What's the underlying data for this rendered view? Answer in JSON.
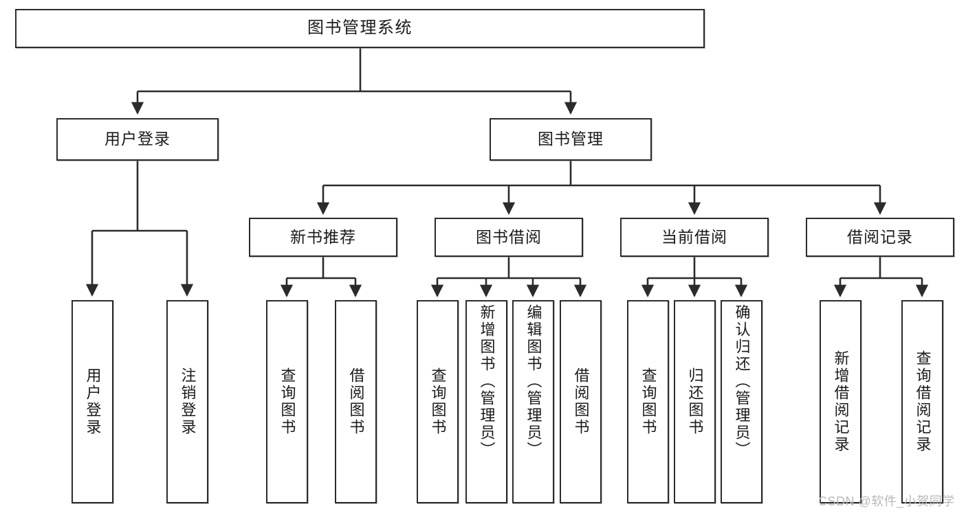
{
  "diagram": {
    "title": "图书管理系统",
    "type": "hierarchy-tree",
    "watermark": "CSDN @软件_小贺同学",
    "accent_color": "#2b2b2b",
    "background_color": "#ffffff",
    "nodes": {
      "root": {
        "label": "图书管理系统"
      },
      "level2": [
        {
          "label": "用户登录"
        },
        {
          "label": "图书管理"
        }
      ],
      "level3": [
        {
          "label": "新书推荐"
        },
        {
          "label": "图书借阅"
        },
        {
          "label": "当前借阅"
        },
        {
          "label": "借阅记录"
        }
      ],
      "leaves": {
        "user_login": [
          {
            "label": "用户登录"
          },
          {
            "label": "注销登录"
          }
        ],
        "new_book_recommend": [
          {
            "label": "查询图书"
          },
          {
            "label": "借阅图书"
          }
        ],
        "book_borrow": [
          {
            "label": "查询图书"
          },
          {
            "label": "新增图书（管理员）"
          },
          {
            "label": "编辑图书（管理员）"
          },
          {
            "label": "借阅图书"
          }
        ],
        "current_borrow": [
          {
            "label": "查询图书"
          },
          {
            "label": "归还图书"
          },
          {
            "label": "确认归还（管理员）"
          }
        ],
        "borrow_record": [
          {
            "label": "新增借阅记录"
          },
          {
            "label": "查询借阅记录"
          }
        ]
      }
    }
  }
}
